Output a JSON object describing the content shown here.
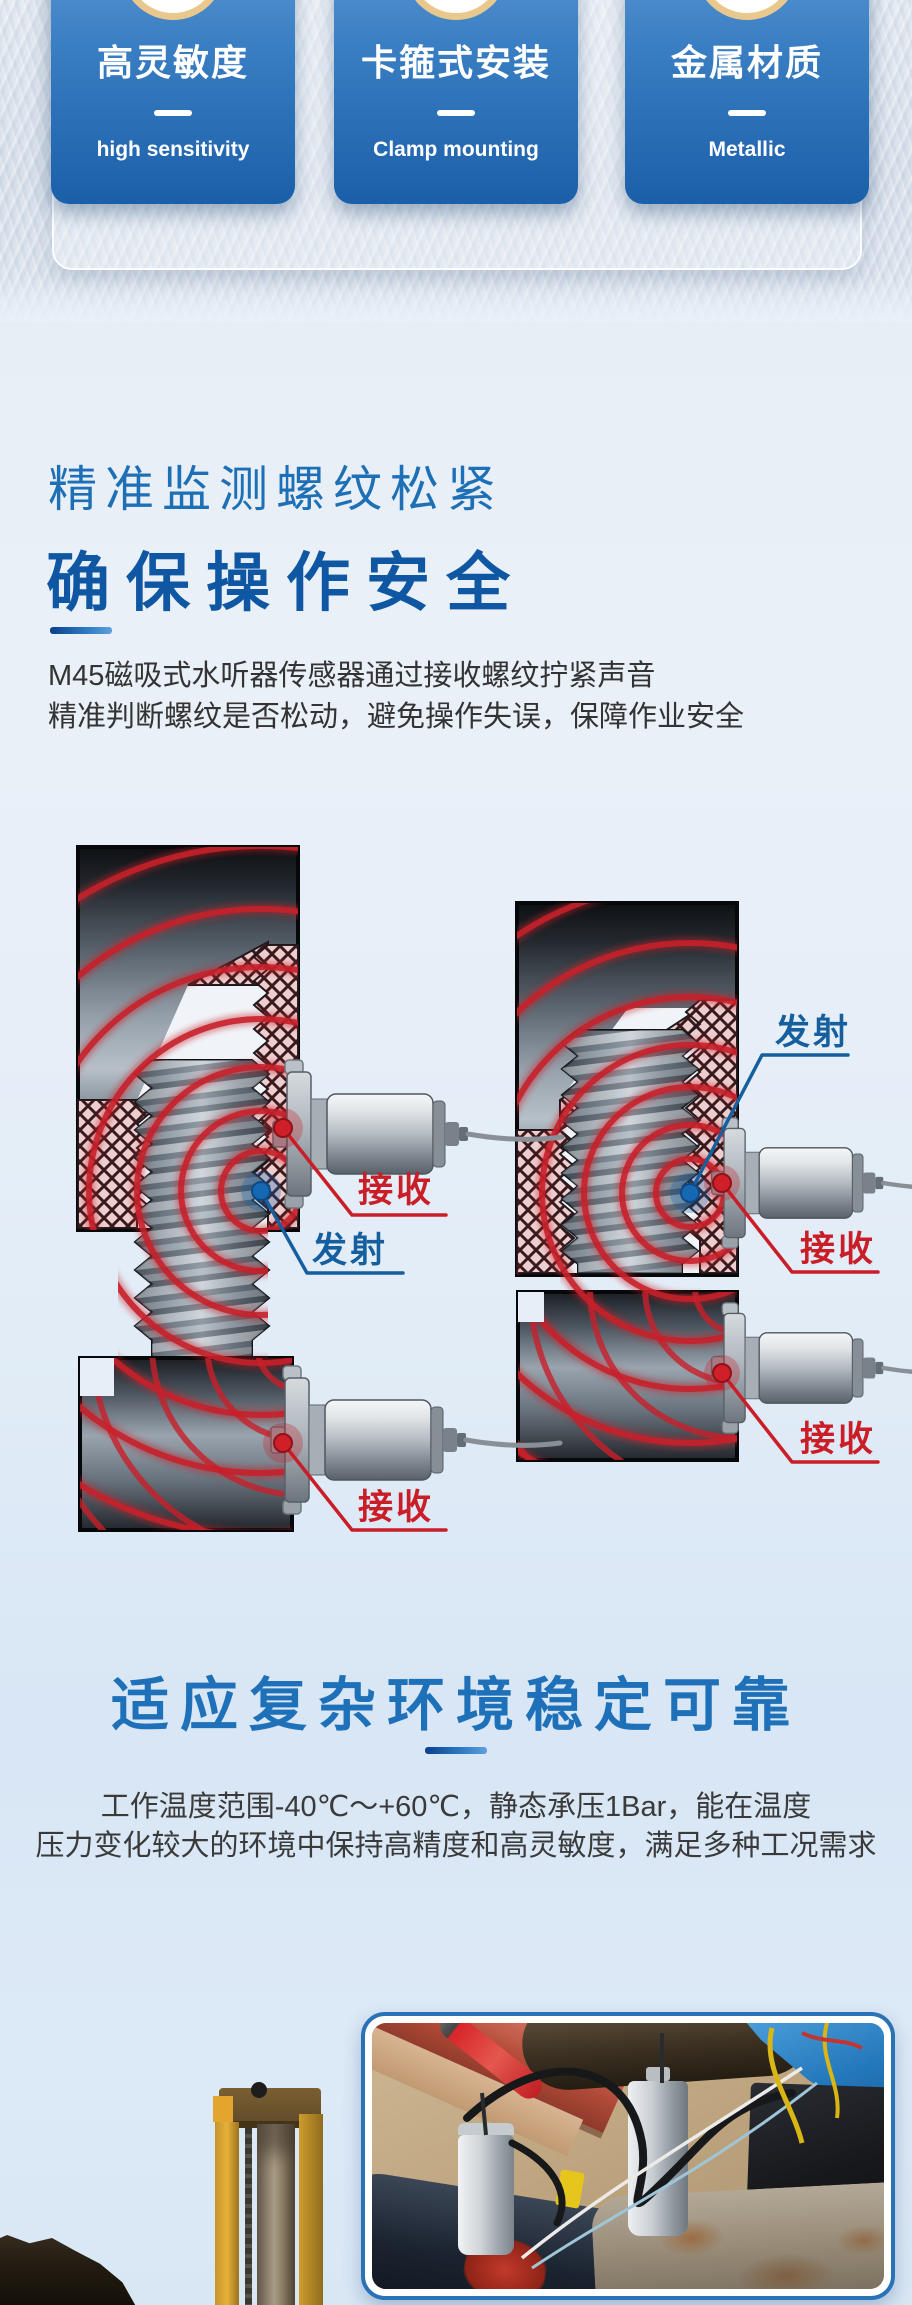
{
  "colors": {
    "accent_blue": "#1e70b6",
    "deep_title_blue": "#0f57a3",
    "section_title_blue": "#1e71b8",
    "label_red": "#c91e27",
    "label_blue": "#155f9e",
    "card_gradient_top": "#5d9bd4",
    "card_gradient_bottom": "#1a5fa9",
    "badge_ring_gold": "#e9c88e",
    "divider_dark": "#0a3f8d",
    "divider_light": "#5ea0dd",
    "inset_border_blue": "#2a72b8"
  },
  "feature_cards": [
    {
      "title": "高灵敏度",
      "subtitle": "high sensitivity"
    },
    {
      "title": "卡箍式安装",
      "subtitle": "Clamp mounting"
    },
    {
      "title": "金属材质",
      "subtitle": "Metallic"
    }
  ],
  "section_monitor": {
    "subtitle": "精准监测螺纹松紧",
    "title": "确保操作安全",
    "body": [
      "M45磁吸式水听器传感器通过接收螺纹拧紧声音",
      "精准判断螺纹是否松动，避免操作失误，保障作业安全"
    ]
  },
  "diagram_labels": {
    "left": {
      "receive_top": "接收",
      "transmit": "发射",
      "receive_bottom": "接收"
    },
    "right": {
      "transmit": "发射",
      "receive_top": "接收",
      "receive_bottom": "接收"
    }
  },
  "section_environment": {
    "title": "适应复杂环境稳定可靠",
    "body": [
      "工作温度范围-40℃～+60℃，静态承压1Bar，能在温度",
      "压力变化较大的环境中保持高精度和高灵敏度，满足多种工况需求"
    ]
  }
}
